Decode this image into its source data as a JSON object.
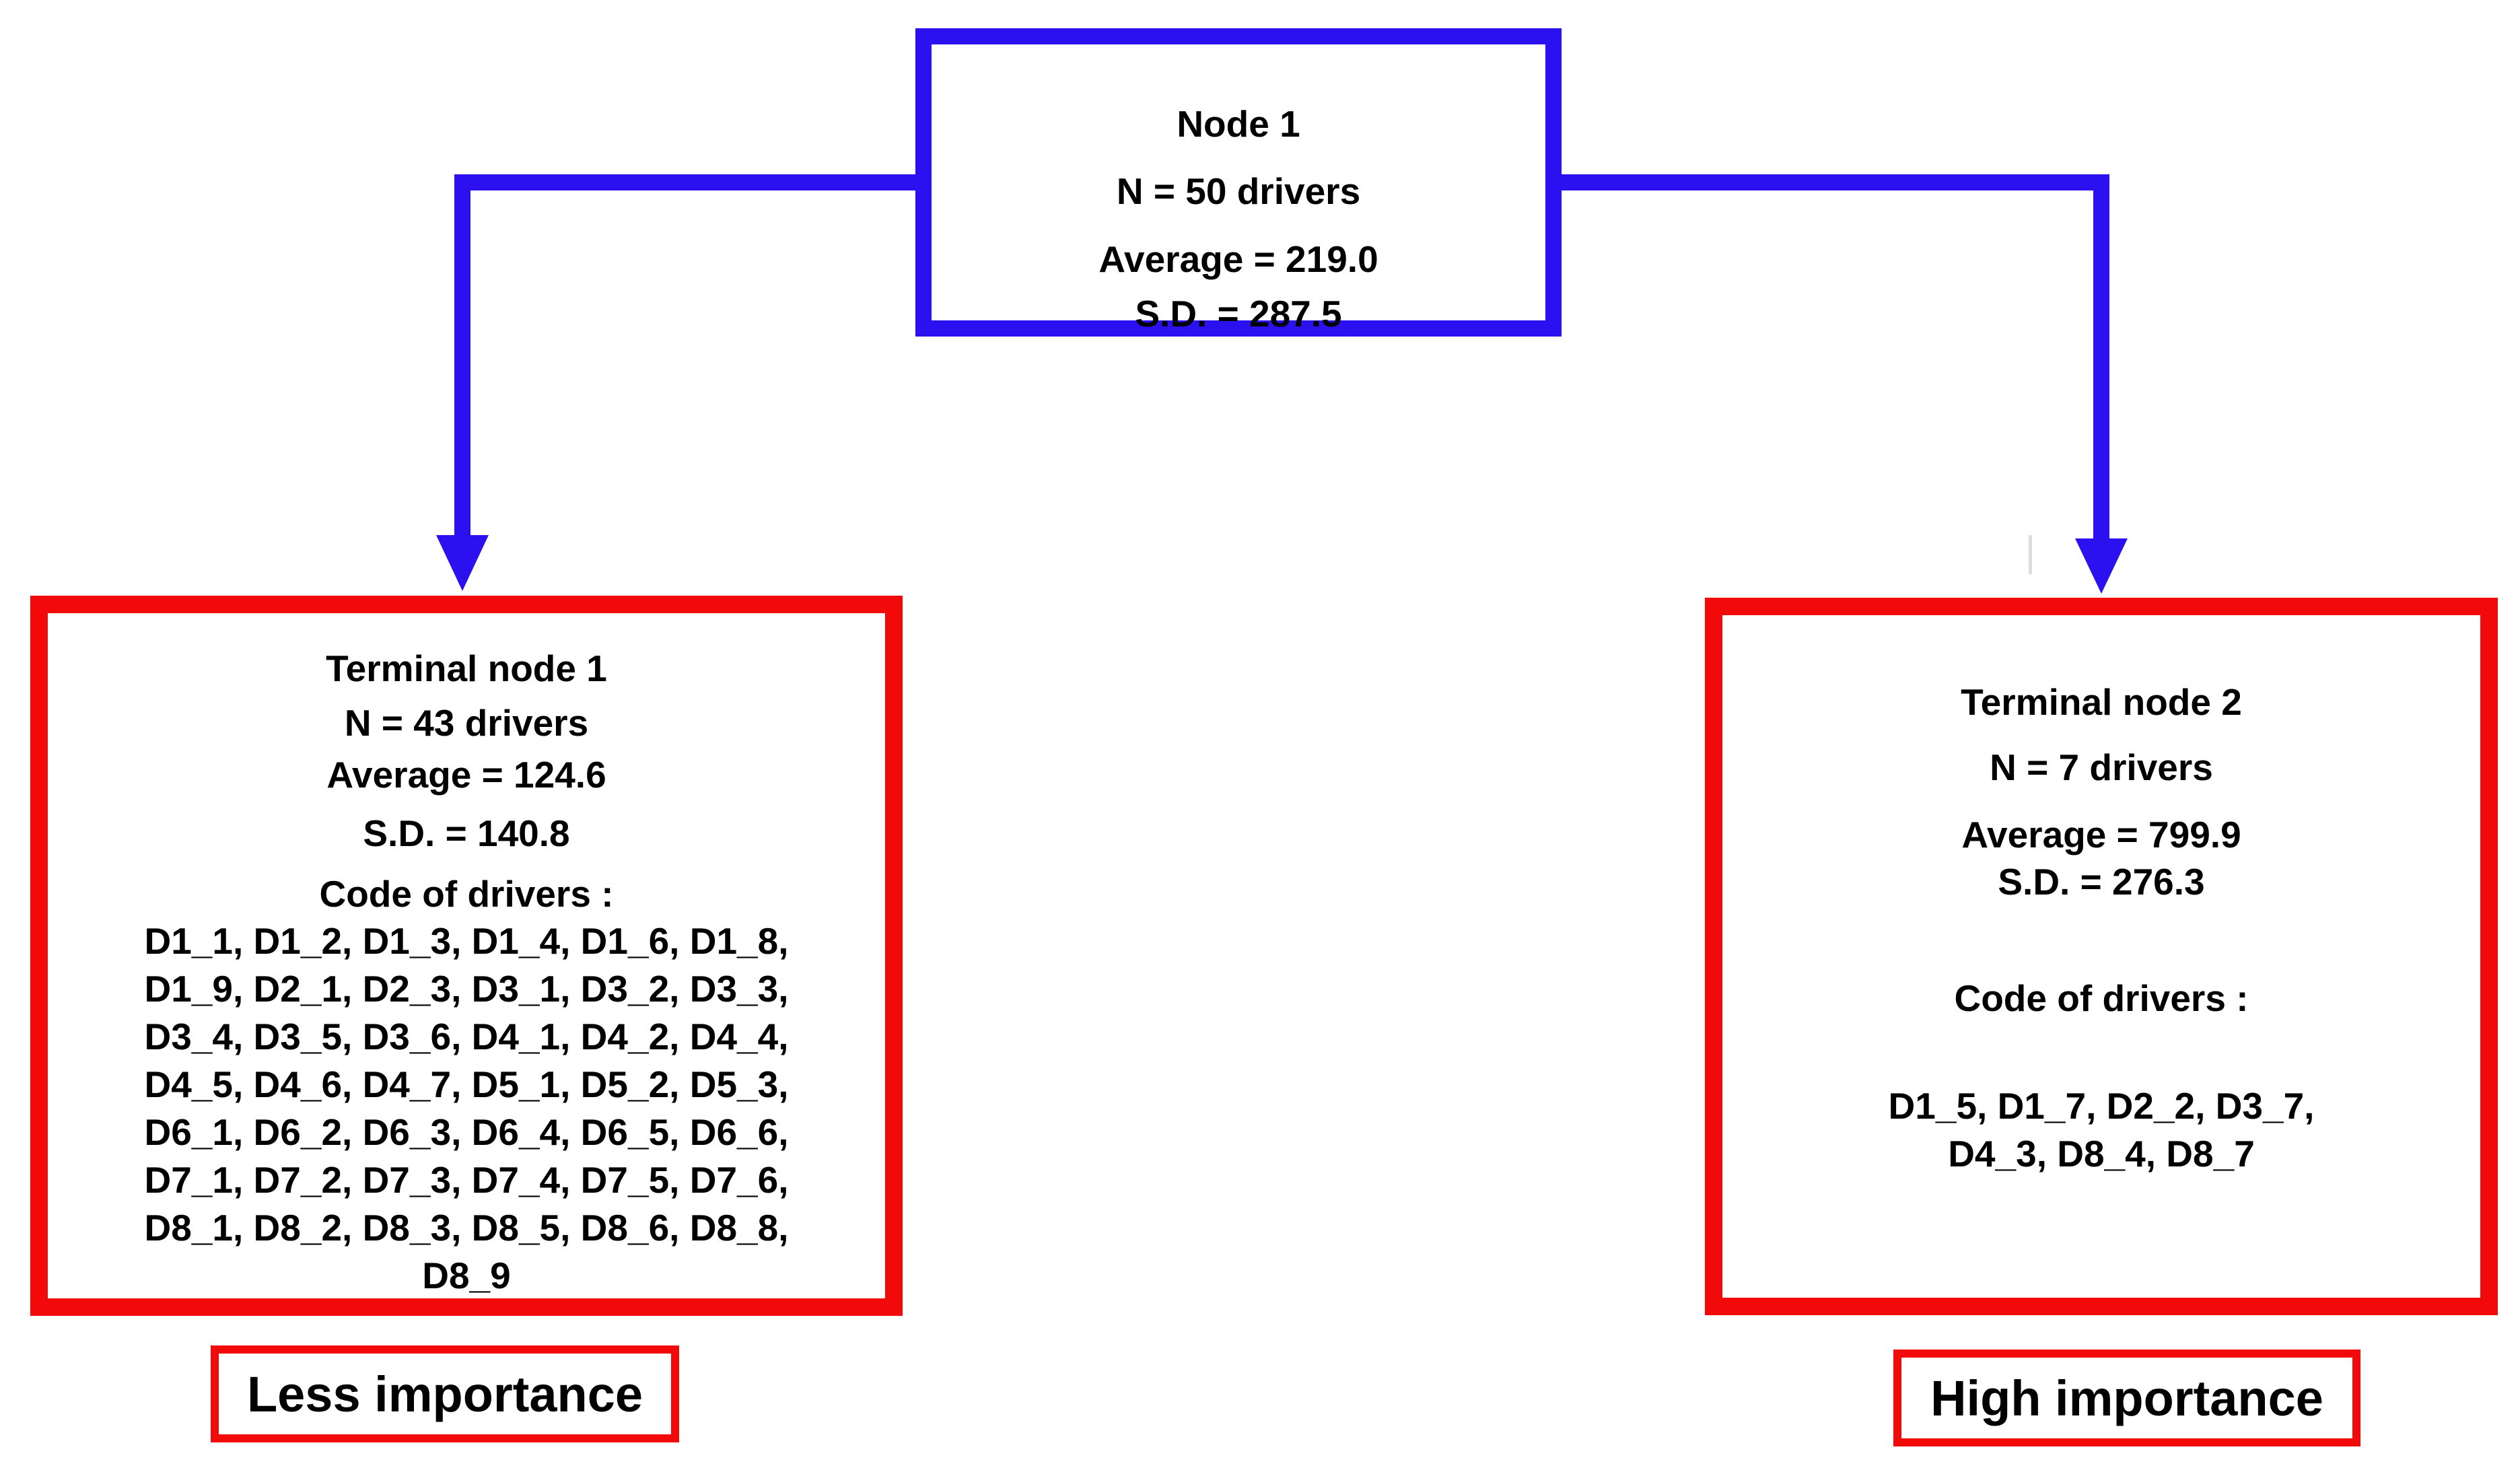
{
  "colors": {
    "root_border": "#2b10f0",
    "connector": "#2b10f0",
    "terminal_border": "#f20a0a",
    "label_border": "#f20a0a"
  },
  "root": {
    "title": "Node 1",
    "n": "N = 50 drivers",
    "average": "Average = 219.0",
    "sd": "S.D. = 287.5"
  },
  "terminal1": {
    "title": "Terminal node 1",
    "n": "N = 43 drivers",
    "average": "Average = 124.6",
    "sd": "S.D. = 140.8",
    "codes_label": "Code of drivers :",
    "codes": [
      "D1_1, D1_2, D1_3, D1_4, D1_6, D1_8,",
      "D1_9, D2_1, D2_3, D3_1, D3_2, D3_3,",
      "D3_4, D3_5, D3_6, D4_1, D4_2, D4_4,",
      "D4_5, D4_6, D4_7, D5_1, D5_2, D5_3,",
      "D6_1, D6_2, D6_3, D6_4, D6_5, D6_6,",
      "D7_1, D7_2, D7_3, D7_4, D7_5, D7_6,",
      "D8_1, D8_2, D8_3, D8_5, D8_6, D8_8,",
      "D8_9"
    ],
    "importance": "Less importance"
  },
  "terminal2": {
    "title": "Terminal node 2",
    "n": "N = 7 drivers",
    "average": "Average = 799.9",
    "sd": "S.D. = 276.3",
    "codes_label": "Code of drivers :",
    "codes": [
      "D1_5, D1_7, D2_2, D3_7,",
      "D4_3, D8_4, D8_7"
    ],
    "importance": "High importance"
  }
}
